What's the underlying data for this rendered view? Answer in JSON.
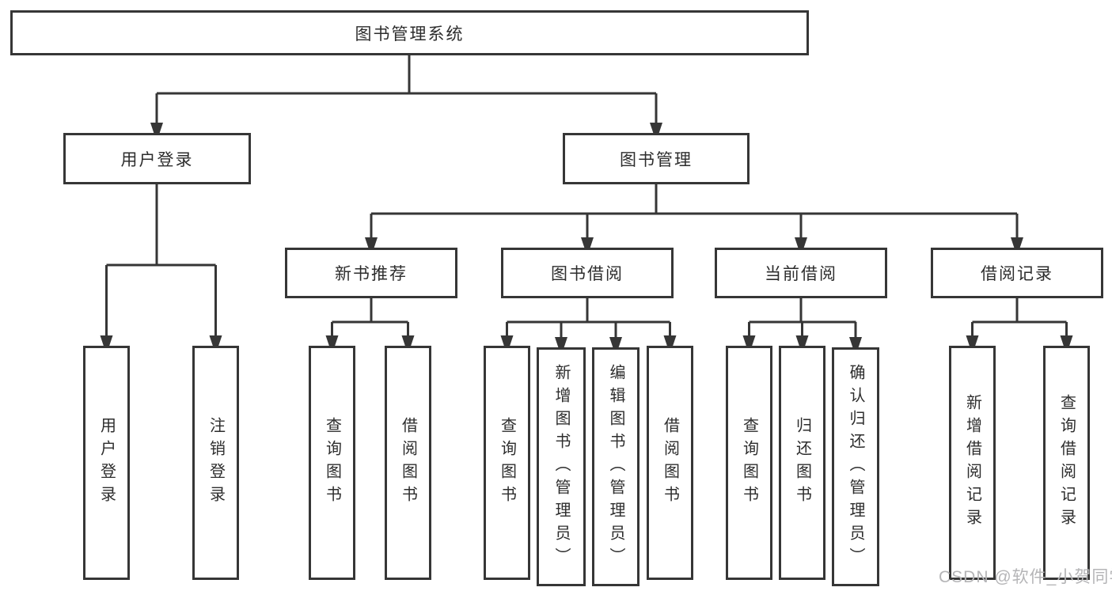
{
  "diagram": {
    "root": {
      "label": "图书管理系统"
    },
    "branches": [
      {
        "label": "用户登录",
        "children": [
          {
            "label": "用户登录"
          },
          {
            "label": "注销登录"
          }
        ]
      },
      {
        "label": "图书管理",
        "children": [
          {
            "label": "新书推荐",
            "children": [
              {
                "label": "查询图书"
              },
              {
                "label": "借阅图书"
              }
            ]
          },
          {
            "label": "图书借阅",
            "children": [
              {
                "label": "查询图书"
              },
              {
                "label": "新增图书（管理员）"
              },
              {
                "label": "编辑图书（管理员）"
              },
              {
                "label": "借阅图书"
              }
            ]
          },
          {
            "label": "当前借阅",
            "children": [
              {
                "label": "查询图书"
              },
              {
                "label": "归还图书"
              },
              {
                "label": "确认归还（管理员）"
              }
            ]
          },
          {
            "label": "借阅记录",
            "children": [
              {
                "label": "新增借阅记录"
              },
              {
                "label": "查询借阅记录"
              }
            ]
          }
        ]
      }
    ]
  },
  "watermark": {
    "text": "CSDN @软件_小贺同学",
    "color": "#b5b5b7"
  },
  "colors": {
    "line": "#363636",
    "background": "#ffffff",
    "text": "#2d2d2d"
  }
}
